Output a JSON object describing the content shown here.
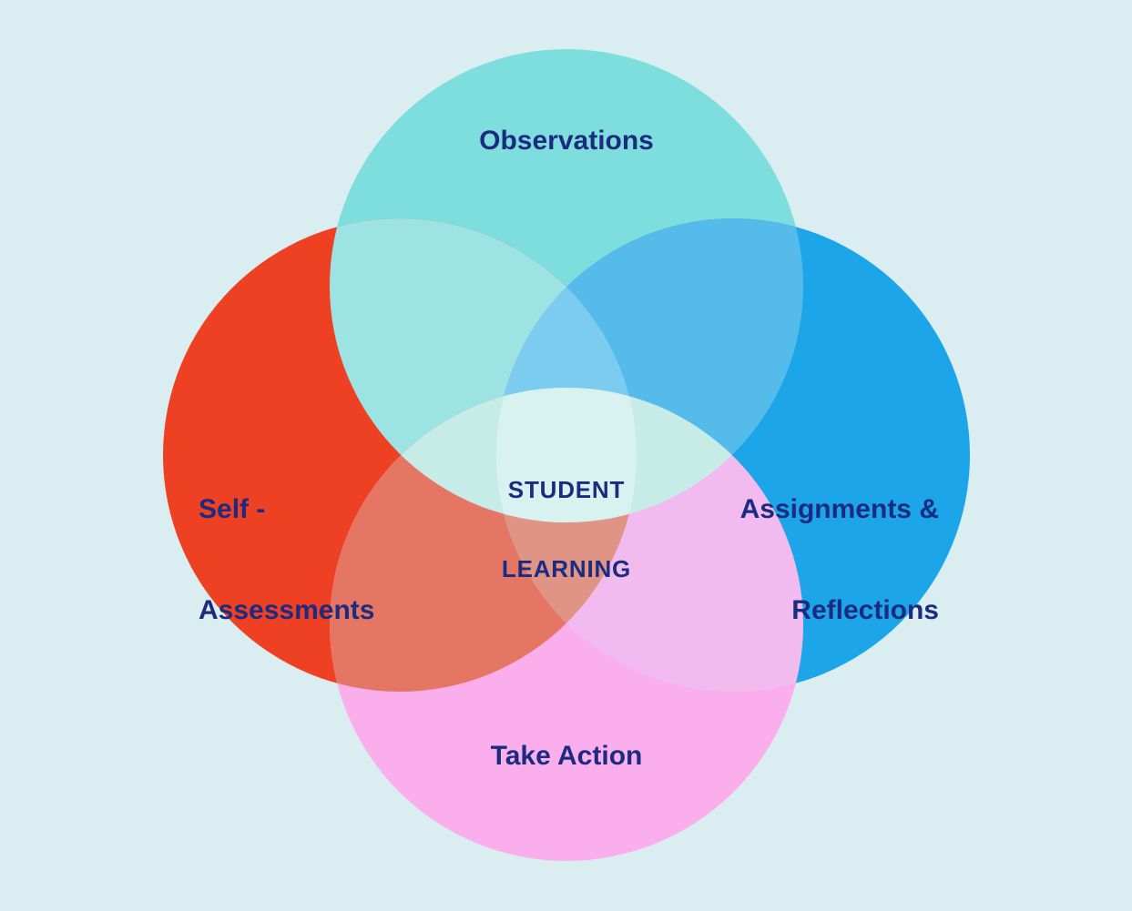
{
  "diagram": {
    "type": "venn-4-circle",
    "title_center": "STUDENT LEARNING",
    "circles": [
      {
        "position": "top",
        "label": "Observations",
        "color": "#7EDEDE"
      },
      {
        "position": "left",
        "label": "Self - Assessments",
        "color": "#EE4023"
      },
      {
        "position": "right",
        "label": "Assignments & Reflections",
        "color": "#1CA5E8"
      },
      {
        "position": "bottom",
        "label": "Take Action",
        "color": "#FBAEEC"
      }
    ]
  },
  "labels": {
    "top": "Observations",
    "left_line1": "Self -",
    "left_line2": "Assessments",
    "right_line1": "Assignments &",
    "right_line2": "Reflections",
    "bottom": "Take Action",
    "center_line1": "STUDENT",
    "center_line2": "LEARNING"
  },
  "colors": {
    "background": "#DAEDF0",
    "label_text": "#1B2B7F",
    "teal": "#7EDEDE",
    "red": "#EE4023",
    "blue": "#1CA5E8",
    "pink": "#FBAEEC",
    "teal_red": "#9DE3E4",
    "teal_blue": "#55BBEA",
    "red_pink": "#E57663",
    "blue_pink": "#F2BBEF",
    "teal_red_blue": "#7BCCEE",
    "red_blue_pink": "#E09486",
    "side_lens_mint": "#C7EBE7",
    "center_mint": "#D8F2F0"
  }
}
